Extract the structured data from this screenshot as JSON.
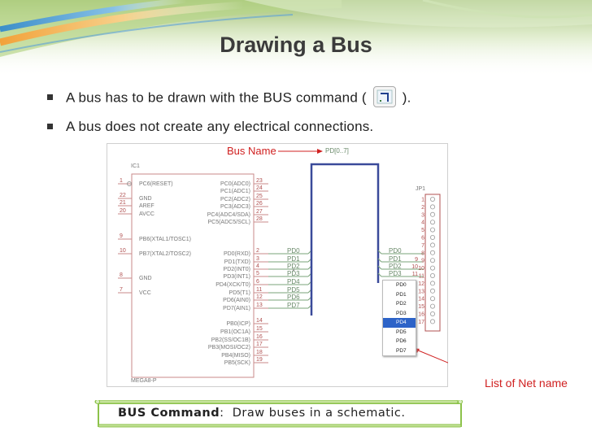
{
  "slide": {
    "title": "Drawing a Bus",
    "bullets": [
      {
        "before": "A bus has to be drawn with the BUS command (",
        "after": ")."
      },
      {
        "text": "A bus does not create any electrical connections."
      }
    ],
    "icon": "bus-command-icon"
  },
  "schematic": {
    "bus_name_label": "Bus Name",
    "bus_name_value": "PD[0..7]",
    "ic_ref": "IC1",
    "ic_value": "MEGA8-P",
    "jp_ref": "JP1",
    "ic_left_pins": [
      {
        "num": "1",
        "name": "PC6(RESET)"
      },
      {
        "num": "22",
        "name": "GND"
      },
      {
        "num": "21",
        "name": "AREF"
      },
      {
        "num": "20",
        "name": "AVCC"
      },
      {
        "num": "9",
        "name": "PB6(XTAL1/TOSC1)"
      },
      {
        "num": "10",
        "name": "PB7(XTAL2/TOSC2)"
      },
      {
        "num": "8",
        "name": "GND"
      },
      {
        "num": "7",
        "name": "VCC"
      }
    ],
    "ic_right_pins": [
      {
        "num": "23",
        "name": "PC0(ADC0)"
      },
      {
        "num": "24",
        "name": "PC1(ADC1)"
      },
      {
        "num": "25",
        "name": "PC2(ADC2)"
      },
      {
        "num": "26",
        "name": "PC3(ADC3)"
      },
      {
        "num": "27",
        "name": "PC4(ADC4/SDA)"
      },
      {
        "num": "28",
        "name": "PC5(ADC5/SCL)"
      },
      {
        "num": "2",
        "name": "PD0(RXD)"
      },
      {
        "num": "3",
        "name": "PD1(TXD)"
      },
      {
        "num": "4",
        "name": "PD2(INT0)"
      },
      {
        "num": "5",
        "name": "PD3(INT1)"
      },
      {
        "num": "6",
        "name": "PD4(XCK/T0)"
      },
      {
        "num": "11",
        "name": "PD5(T1)"
      },
      {
        "num": "12",
        "name": "PD6(AIN0)"
      },
      {
        "num": "13",
        "name": "PD7(AIN1)"
      },
      {
        "num": "14",
        "name": "PB0(ICP)"
      },
      {
        "num": "15",
        "name": "PB1(OC1A)"
      },
      {
        "num": "16",
        "name": "PB2(SS/OC1B)"
      },
      {
        "num": "17",
        "name": "PB3(MOSI/OC2)"
      },
      {
        "num": "18",
        "name": "PB4(MISO)"
      },
      {
        "num": "19",
        "name": "PB5(SCK)"
      }
    ],
    "left_nets": [
      "PD0",
      "PD1",
      "PD2",
      "PD3",
      "PD4",
      "PD5",
      "PD6",
      "PD7"
    ],
    "right_nets": [
      "PD0",
      "PD1",
      "PD2",
      "PD3"
    ],
    "right_pin_nums": [
      "9",
      "10",
      "11"
    ],
    "jp_pins": [
      "1",
      "2",
      "3",
      "4",
      "5",
      "6",
      "7",
      "8",
      "9",
      "10",
      "11",
      "12",
      "13",
      "14",
      "15",
      "16",
      "17"
    ],
    "net_list": [
      "PD0",
      "PD1",
      "PD2",
      "PD3",
      "PD4",
      "PD5",
      "PD6",
      "PD7"
    ],
    "net_list_selected": "PD4",
    "list_callout": "List of Net name"
  },
  "command_box": {
    "label": "BUS Command",
    "sep": ":",
    "desc": "Draw buses in a schematic."
  }
}
